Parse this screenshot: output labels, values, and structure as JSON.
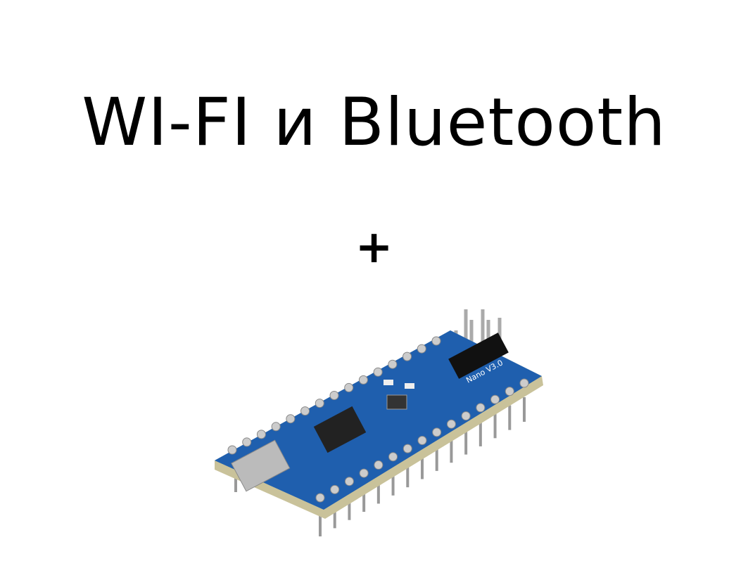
{
  "slide": {
    "title": "WI-FI и Bluetooth",
    "operator": "+",
    "image": {
      "subject": "arduino-nano-board",
      "board_label": "Nano V3.0",
      "colors": {
        "pcb": "#1f5fae",
        "pads": "#c9c9c9",
        "pins": "#1a1a1a",
        "chip": "#222222"
      }
    }
  }
}
